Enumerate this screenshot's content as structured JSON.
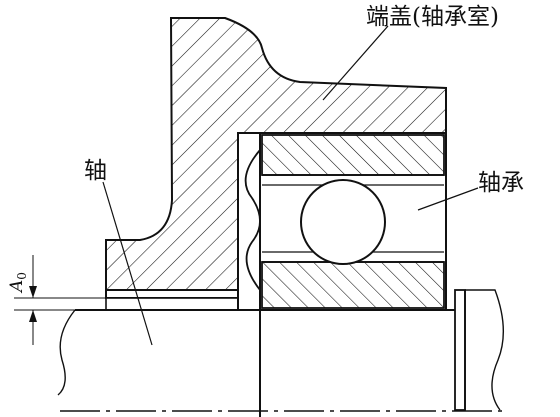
{
  "labels": {
    "end_cover": "端盖(轴承室)",
    "shaft": "轴",
    "bearing": "轴承",
    "clearance_symbol": "A",
    "clearance_subscript": "0"
  }
}
